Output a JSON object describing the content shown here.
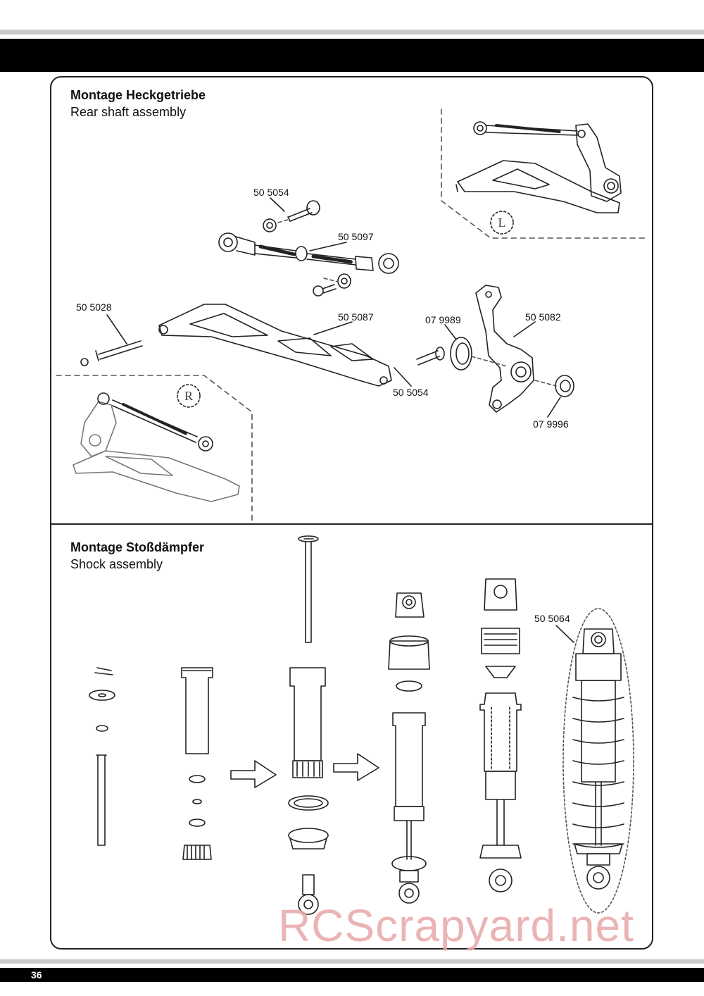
{
  "page_number": "36",
  "rear_section": {
    "title": "Montage Heckgetriebe",
    "subtitle": "Rear shaft assembly",
    "badge_left": "L",
    "badge_right": "R",
    "part_labels": {
      "p505054_top": "50 5054",
      "p505097": "50 5097",
      "p505028": "50 5028",
      "p505087": "50 5087",
      "p079989": "07 9989",
      "p505082": "50 5082",
      "p505054_bottom": "50 5054",
      "p079996": "07 9996"
    }
  },
  "shock_section": {
    "title": "Montage Stoßdämpfer",
    "subtitle": "Shock assembly",
    "part_labels": {
      "p505064": "50 5064"
    }
  },
  "watermark": "RCScrapyard.net",
  "colors": {
    "line": "#222222",
    "rule": "#c9c9c9",
    "watermark": "#e8a7a7"
  }
}
